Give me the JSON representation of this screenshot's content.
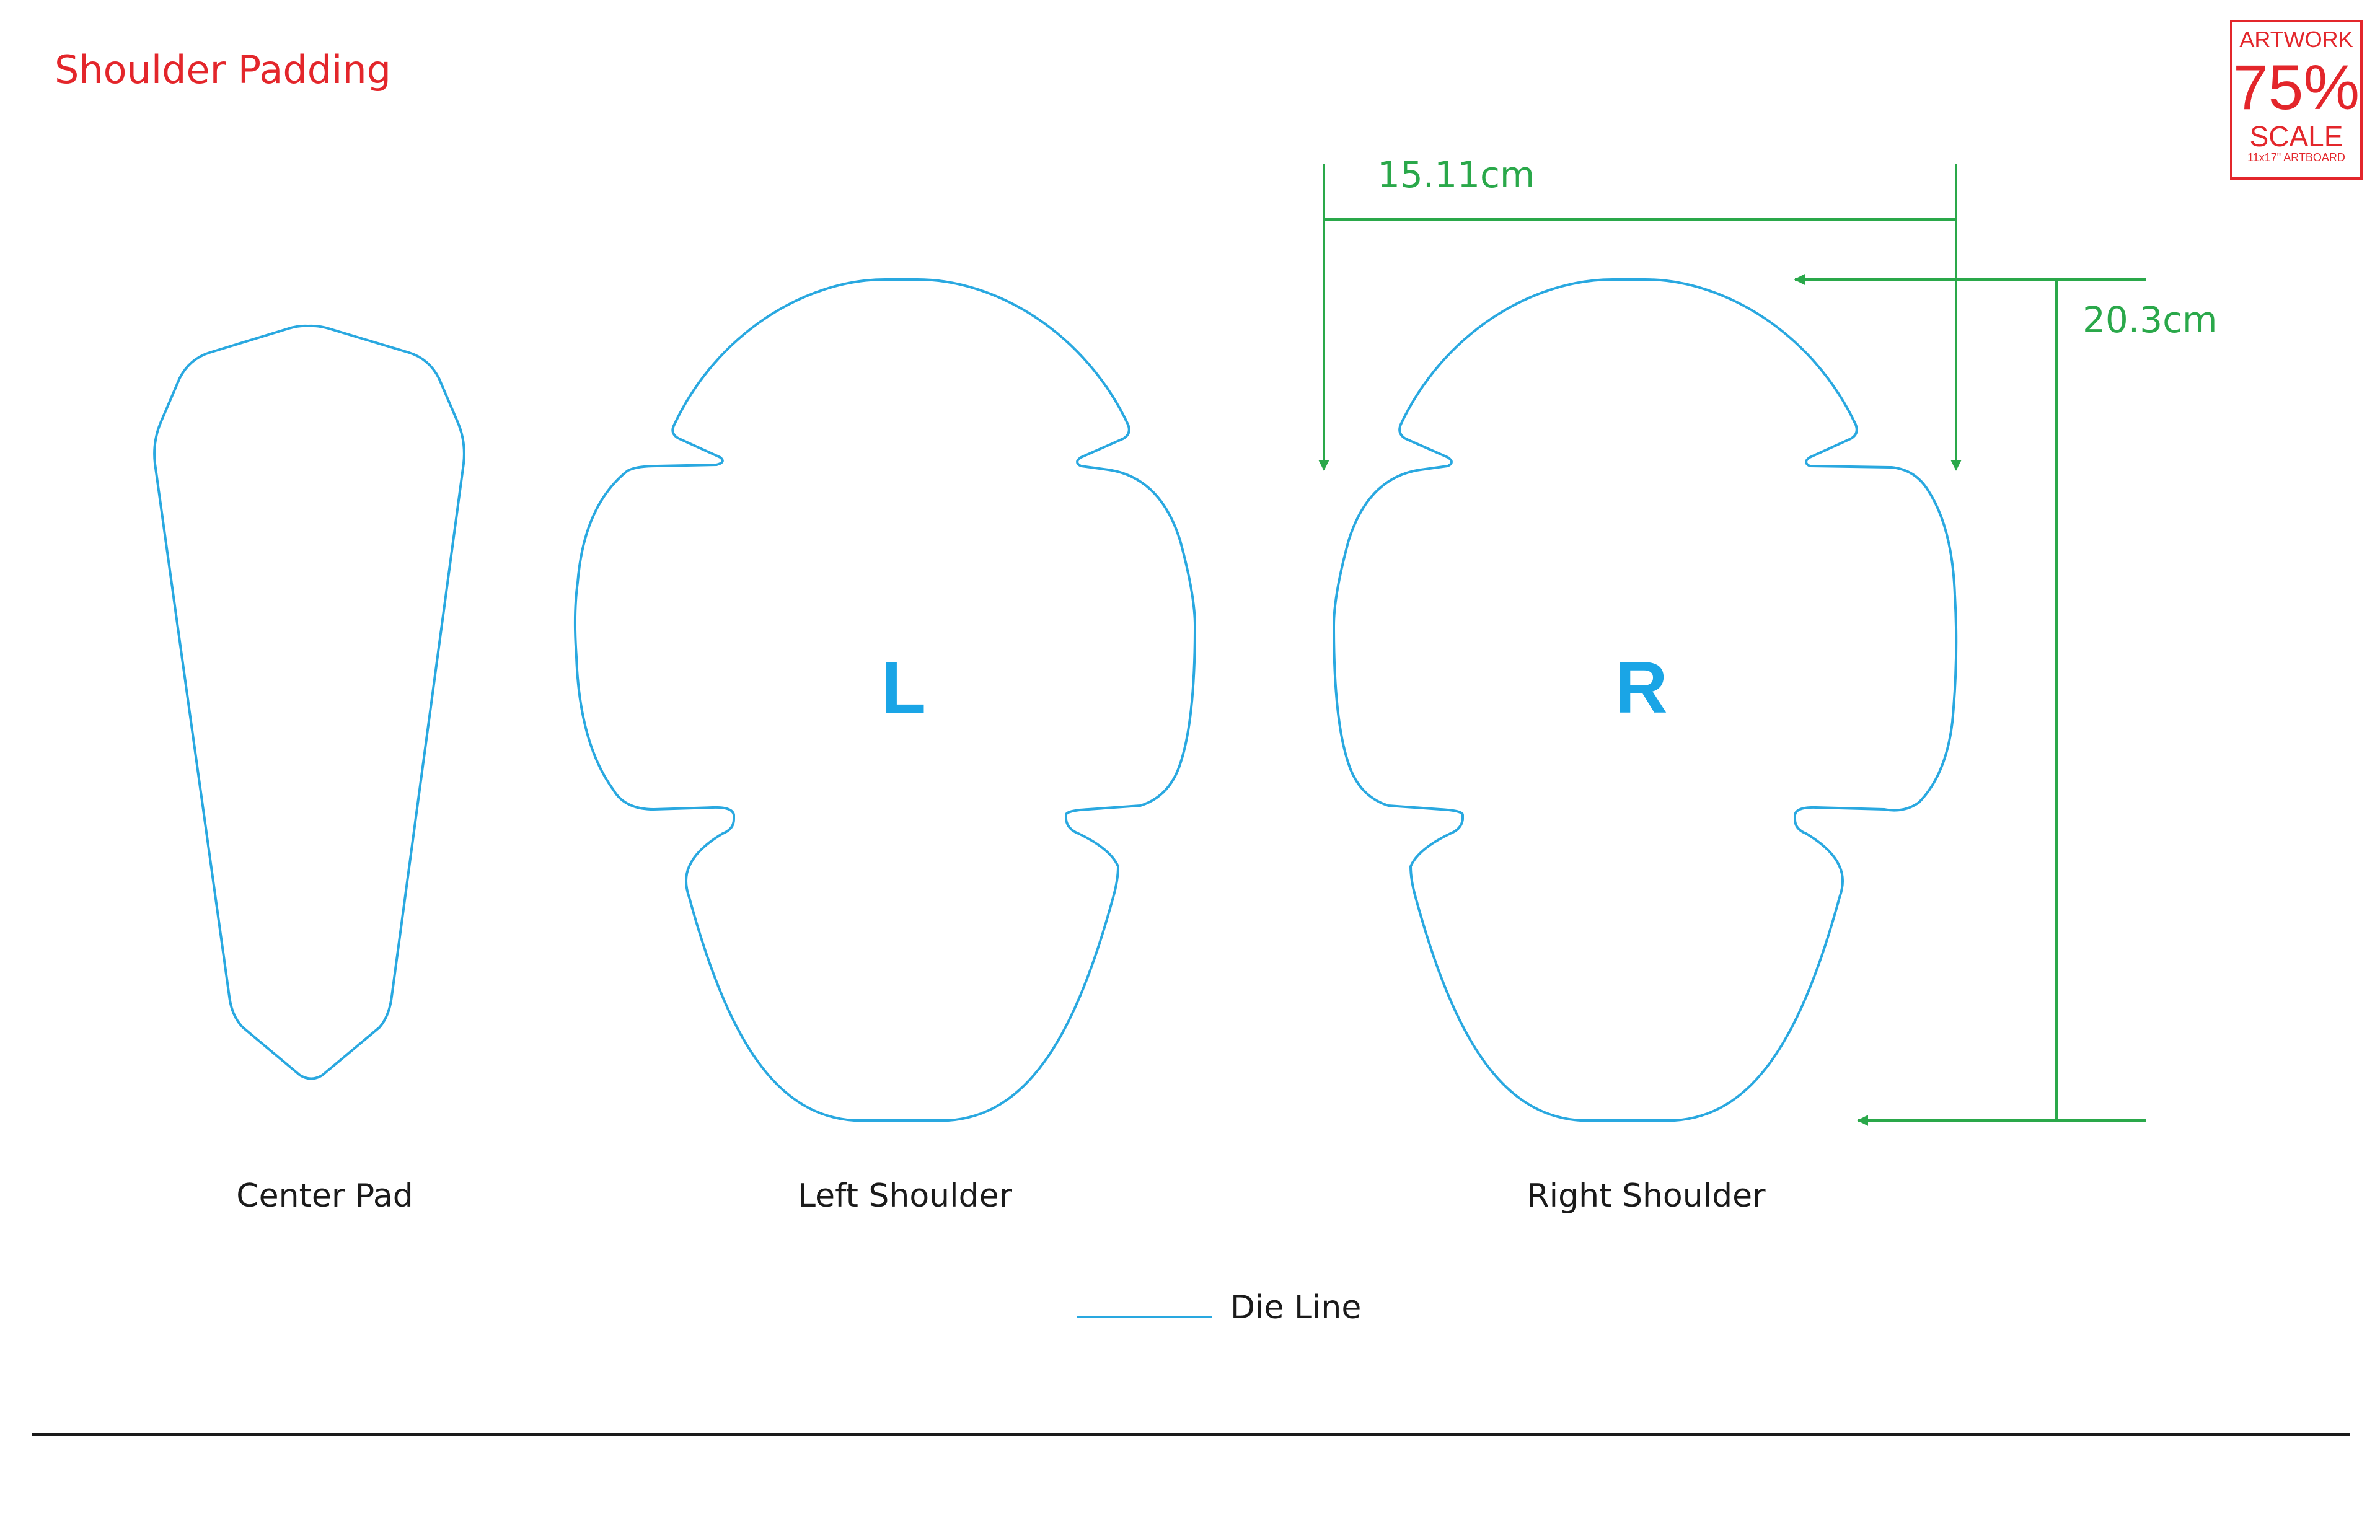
{
  "title": "Shoulder Padding",
  "stamp": {
    "line1": "ARTWORK",
    "line2": "75%",
    "line3": "SCALE",
    "line4": "11x17\" ARTBOARD"
  },
  "pieces": {
    "center": {
      "label": "Center Pad"
    },
    "left": {
      "label": "Left Shoulder",
      "letter": "L"
    },
    "right": {
      "label": "Right Shoulder",
      "letter": "R"
    }
  },
  "dimensions": {
    "width": "15.11cm",
    "height": "20.3cm"
  },
  "legend": {
    "label": "Die Line"
  },
  "colors": {
    "title": "#e3262b",
    "dieline": "#29a8e0",
    "letters": "#1aa5e6",
    "dimension": "#2aa84a",
    "stamp": "#e3262b",
    "rule": "#1a1a1a"
  }
}
